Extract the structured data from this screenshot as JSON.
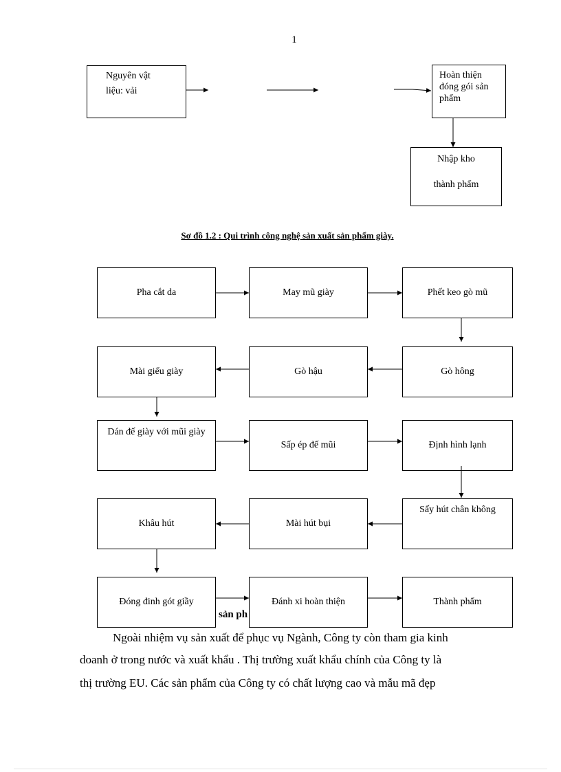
{
  "page": {
    "number": "1"
  },
  "flow_top": {
    "raw_material": {
      "line1": "Nguyên  vật",
      "line2": "liệu:  vải"
    },
    "finishing": {
      "line1": "Hoàn thiện",
      "line2": "đóng gói sản",
      "line3": "phẩm"
    },
    "warehouse": {
      "line1": "Nhập kho",
      "line2": "thành phẩm"
    }
  },
  "caption": "Sơ đồ 1.2 : Qui trình  công nghệ sản xuất sản phẩm giày.",
  "flow_main": {
    "steps": [
      "Pha cắt da",
      "May mũ giày",
      "Phết keo gò mũ",
      "Mài giểu giày",
      "Gò hậu",
      "Gò hông",
      "Dán đế giày với mũi giày",
      "Sấp ép đế mũi",
      "Định  hình  lạnh",
      "Khâu hút",
      "Mài hút bụi",
      "Sấy hút chân không",
      "Đóng đinh gót giầy",
      "Đánh xi hoàn thiện",
      "Thành phẩm"
    ]
  },
  "partial_heading": "sản ph",
  "paragraph": {
    "line1": "Ngoài nhiệm vụ sản xuất để phục vụ Ngành,  Công ty còn tham gia kinh",
    "line2": "doanh ở trong nước và xuất khẩu . Thị trường xuất khẩu chính của Công ty là",
    "line3": "thị trường EU.  Các sản phẩm của Công ty có chất lượng  cao và mẫu mã đẹp"
  }
}
